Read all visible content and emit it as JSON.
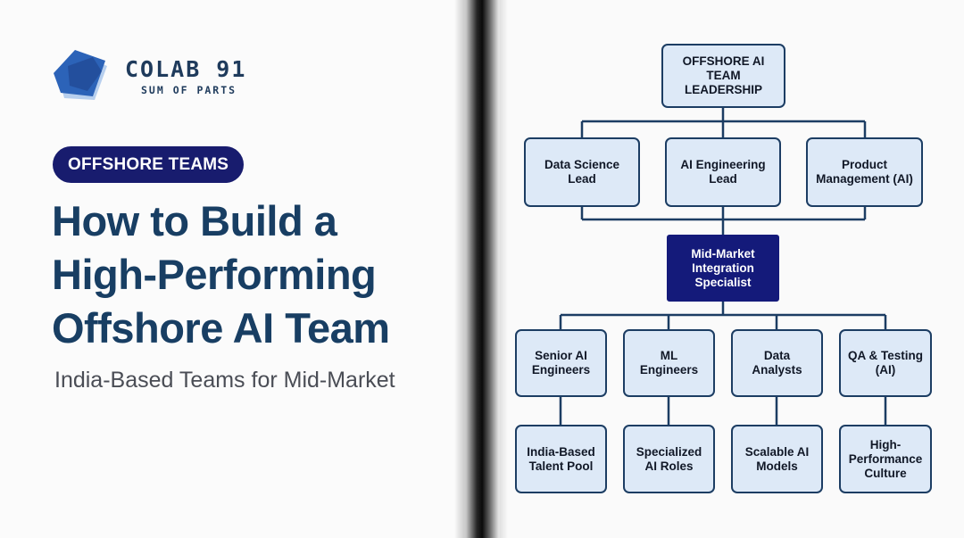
{
  "brand": {
    "name": "COLAB 91",
    "tagline": "SUM OF PARTS"
  },
  "category_label": "OFFSHORE TEAMS",
  "headline": {
    "line1": "How to Build a",
    "line2": "High-Performing",
    "line3": "Offshore AI Team"
  },
  "subheadline": "India-Based Teams for Mid-Market",
  "org_chart": {
    "root": "OFFSHORE AI TEAM\nLEADERSHIP",
    "leads": [
      "Data Science\nLead",
      "AI Engineering\nLead",
      "Product\nManagement (AI)"
    ],
    "hub": "Mid-Market\nIntegration\nSpecialist",
    "teams": [
      "Senior AI\nEngineers",
      "ML\nEngineers",
      "Data\nAnalysts",
      "QA & Testing\n(AI)"
    ],
    "outcomes": [
      "India-Based\nTalent Pool",
      "Specialized\nAI Roles",
      "Scalable AI\nModels",
      "High-\nPerformance\nCulture"
    ]
  },
  "colors": {
    "node_fill": "#dde9f7",
    "node_border": "#1c3d63",
    "hub_fill": "#141a7a",
    "headline": "#183e63",
    "pill": "#181c6e"
  }
}
